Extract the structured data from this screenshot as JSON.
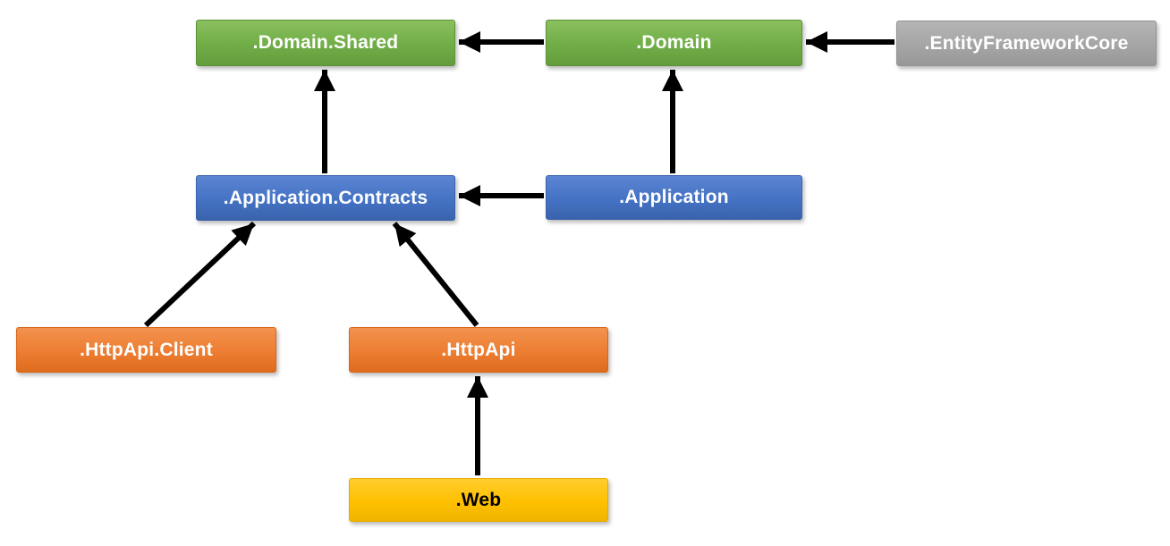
{
  "diagram": {
    "description": "Module dependency diagram",
    "background_color": "#FFFFFF",
    "arrow_color": "#000000",
    "nodes": {
      "domain_shared": {
        "label": ".Domain.Shared",
        "color": "#70AD47",
        "text_color": "#FFFFFF"
      },
      "domain": {
        "label": ".Domain",
        "color": "#70AD47",
        "text_color": "#FFFFFF"
      },
      "efcore": {
        "label": ".EntityFrameworkCore",
        "color": "#A5A5A5",
        "text_color": "#FFFFFF"
      },
      "application_contracts": {
        "label": ".Application.Contracts",
        "color": "#4472C4",
        "text_color": "#FFFFFF"
      },
      "application": {
        "label": ".Application",
        "color": "#4472C4",
        "text_color": "#FFFFFF"
      },
      "httpapi_client": {
        "label": ".HttpApi.Client",
        "color": "#ED7D31",
        "text_color": "#FFFFFF"
      },
      "httpapi": {
        "label": ".HttpApi",
        "color": "#ED7D31",
        "text_color": "#FFFFFF"
      },
      "web": {
        "label": ".Web",
        "color": "#FFC000",
        "text_color": "#000000"
      }
    },
    "edges": [
      {
        "from": ".Domain",
        "to": ".Domain.Shared"
      },
      {
        "from": ".EntityFrameworkCore",
        "to": ".Domain"
      },
      {
        "from": ".Application.Contracts",
        "to": ".Domain.Shared"
      },
      {
        "from": ".Application",
        "to": ".Domain"
      },
      {
        "from": ".Application",
        "to": ".Application.Contracts"
      },
      {
        "from": ".HttpApi.Client",
        "to": ".Application.Contracts"
      },
      {
        "from": ".HttpApi",
        "to": ".Application.Contracts"
      },
      {
        "from": ".Web",
        "to": ".HttpApi"
      }
    ]
  }
}
